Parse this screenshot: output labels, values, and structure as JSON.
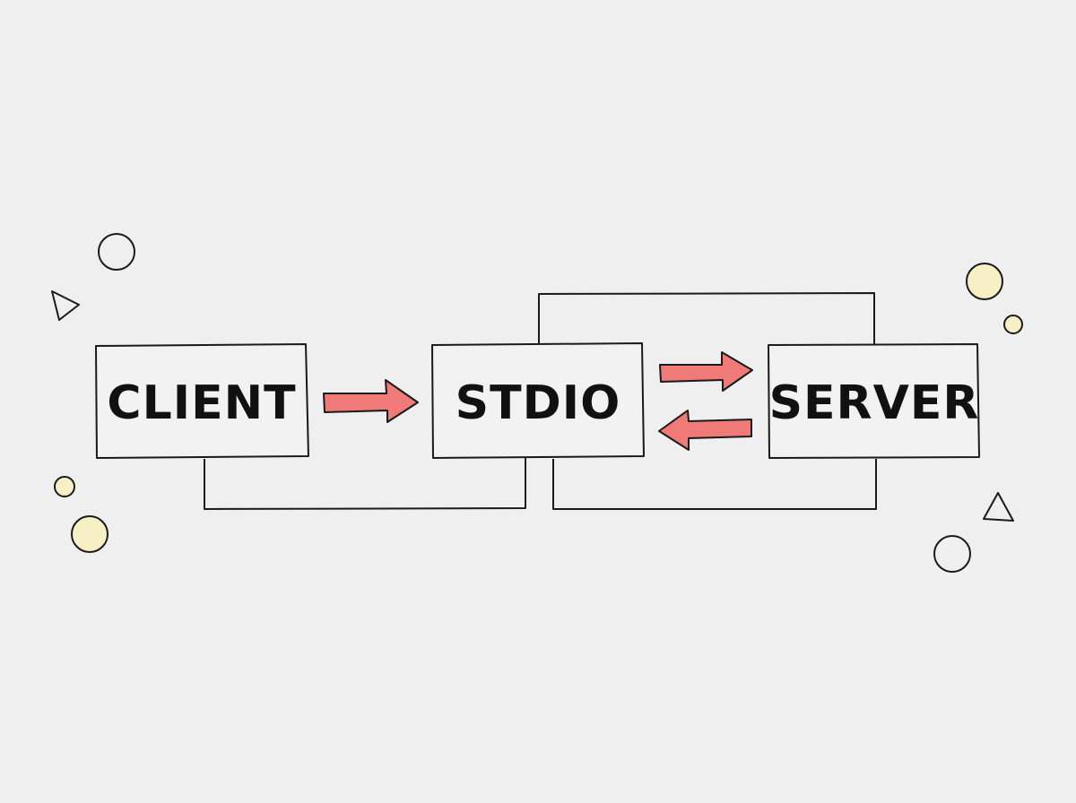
{
  "diagram": {
    "nodes": [
      {
        "id": "client",
        "label": "CLIENT"
      },
      {
        "id": "stdio",
        "label": "STDIO"
      },
      {
        "id": "server",
        "label": "SERVER"
      }
    ],
    "edges": [
      {
        "from": "client",
        "to": "stdio",
        "style": "arrow"
      },
      {
        "from": "stdio",
        "to": "server",
        "style": "arrow"
      },
      {
        "from": "server",
        "to": "stdio",
        "style": "arrow"
      },
      {
        "from": "client",
        "to": "stdio",
        "style": "line"
      },
      {
        "from": "stdio",
        "to": "server",
        "style": "line"
      },
      {
        "from": "stdio",
        "to": "server",
        "style": "line"
      }
    ]
  },
  "colors": {
    "background": "#efefef",
    "stroke": "#1a1a1a",
    "arrow_fill": "#f07a78",
    "arrow_stroke": "#c94a4a",
    "highlight_circle": "#f7f0c4"
  },
  "decorations": [
    "circle-outline",
    "triangle-outline",
    "circle-highlight"
  ]
}
